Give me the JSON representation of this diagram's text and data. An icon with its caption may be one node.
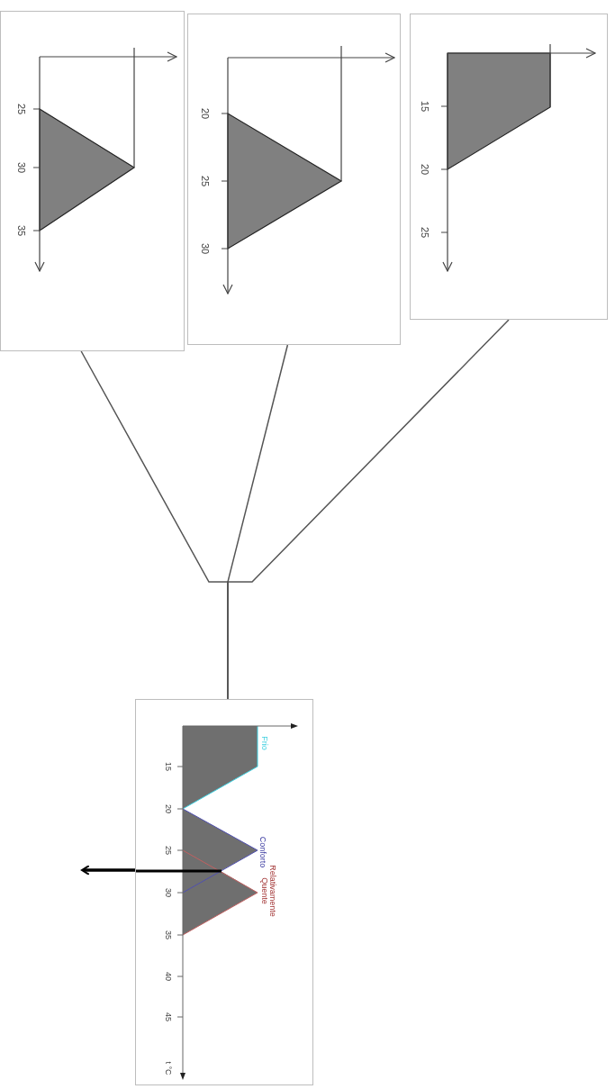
{
  "diagram": {
    "nodes": [
      {
        "text": [
          "25",
          "30",
          "35"
        ]
      },
      {
        "text": [
          "20",
          "25",
          "30"
        ]
      },
      {
        "text": [
          "15",
          "20",
          "25"
        ]
      },
      {
        "text": [
          "15",
          "20",
          "25",
          "30",
          "35",
          "40",
          "45",
          "t °C",
          "Frio",
          "Conforto",
          "Relativamente Quente"
        ]
      }
    ],
    "edges": [
      {
        "from": 0,
        "to": 3,
        "arrow": "none"
      },
      {
        "from": 1,
        "to": 3,
        "arrow": "none"
      },
      {
        "from": 2,
        "to": 3,
        "arrow": "none"
      },
      {
        "from": 3,
        "to": null,
        "arrow": "to",
        "style": "thick"
      }
    ]
  }
}
